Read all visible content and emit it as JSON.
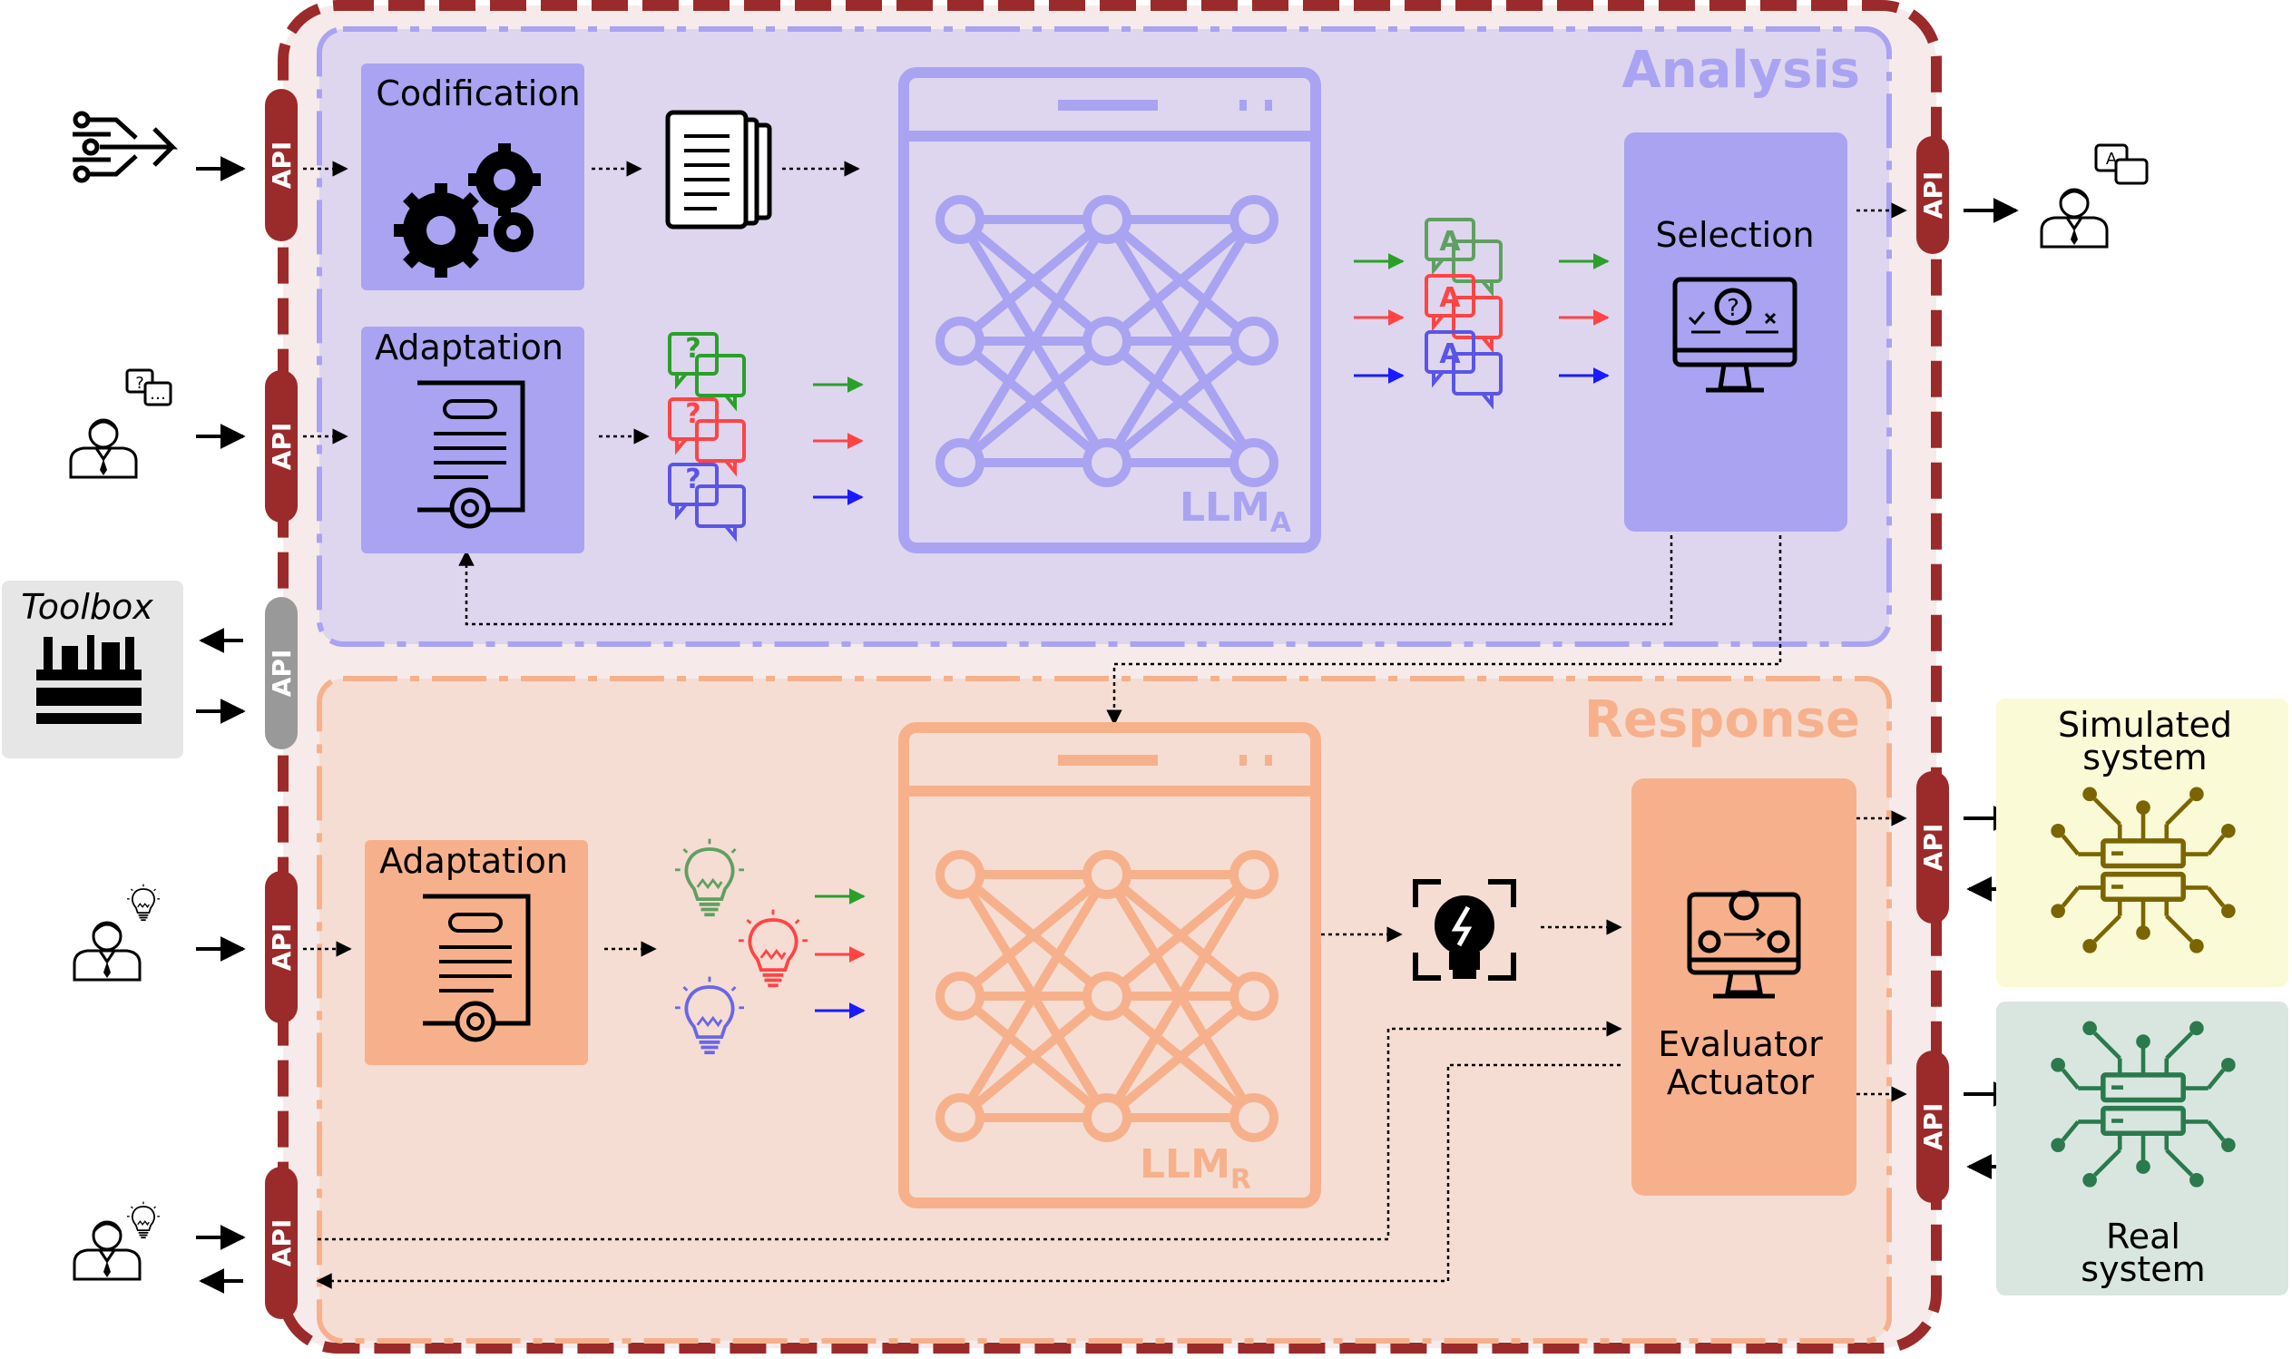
{
  "analysis": {
    "title": "Analysis",
    "codification_label": "Codification",
    "adaptation_label": "Adaptation",
    "llm_label": "LLM",
    "llm_subscript": "A",
    "selection_label": "Selection",
    "answer_letter": "A"
  },
  "response": {
    "title": "Response",
    "adaptation_label": "Adaptation",
    "llm_label": "LLM",
    "llm_subscript": "R",
    "evaluator_line1": "Evaluator",
    "evaluator_line2": "Actuator"
  },
  "api_label": "API",
  "toolbox_label": "Toolbox",
  "simulated_system": {
    "line1": "Simulated",
    "line2": "system"
  },
  "real_system": {
    "line1": "Real",
    "line2": "system"
  },
  "colors": {
    "outer_border": "#9b2a2a",
    "api_red": "#9b2a2a",
    "api_gray": "#999999",
    "analysis_bg": "#ded6ee",
    "analysis_accent": "#a9a3f2",
    "response_bg": "#f5ddd3",
    "response_accent": "#f6b18c",
    "green": "#2aa02a",
    "red": "#ff4444",
    "blue": "#1a1aff",
    "sim_bg": "#fbfad6",
    "sim_chip": "#7a6500",
    "real_bg": "#d9e6e0",
    "real_chip": "#2a7a4d"
  },
  "icons": [
    "data-flow-icon",
    "user-icon",
    "user-question-icon",
    "user-idea-icon",
    "user-answer-icon",
    "gears-icon",
    "document-stack-icon",
    "certificate-icon",
    "question-bubbles-icon",
    "answer-bubbles-icon",
    "monitor-question-icon",
    "lightbulb-icon",
    "flash-bulb-icon",
    "monitor-gears-icon",
    "toolbox-icon",
    "chip-icon"
  ]
}
